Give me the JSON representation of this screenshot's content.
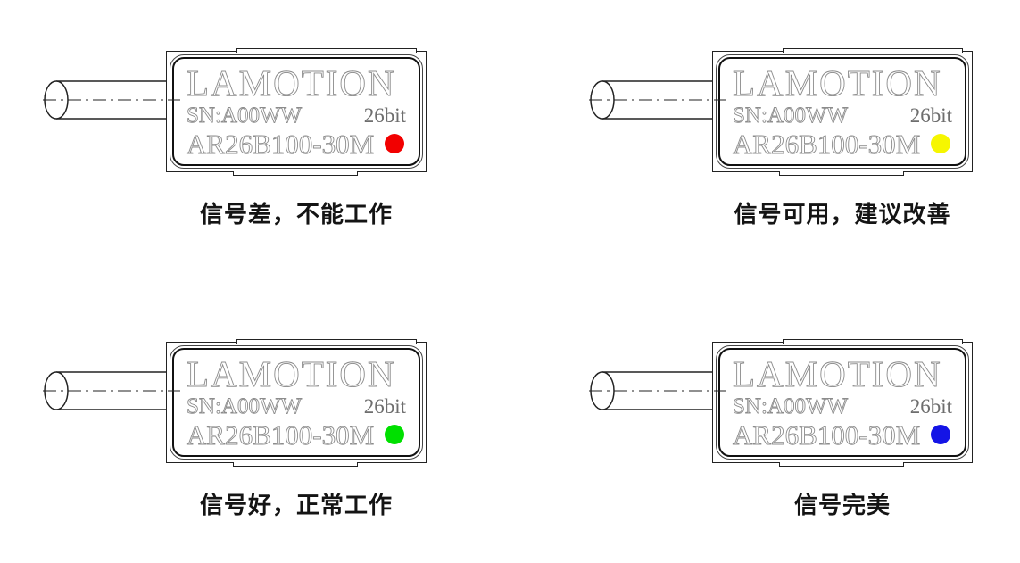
{
  "figure": {
    "description_visible_text_only": true,
    "device_label": {
      "brand": "LAMOTION",
      "serial": "SN:A00WW",
      "resolution": "26bit",
      "model": "AR26B100-30M"
    },
    "units": [
      {
        "led_name": "red-led-indicator",
        "led_color": "#f20000",
        "caption": "信号差，不能工作"
      },
      {
        "led_name": "yellow-led-indicator",
        "led_color": "#f6f600",
        "caption": "信号可用，建议改善"
      },
      {
        "led_name": "green-led-indicator",
        "led_color": "#00e000",
        "caption": "信号好，正常工作"
      },
      {
        "led_name": "blue-led-indicator",
        "led_color": "#1414e6",
        "caption": "信号完美"
      }
    ],
    "line_color": "#222222",
    "engraving_color": "#8c8c8c"
  }
}
